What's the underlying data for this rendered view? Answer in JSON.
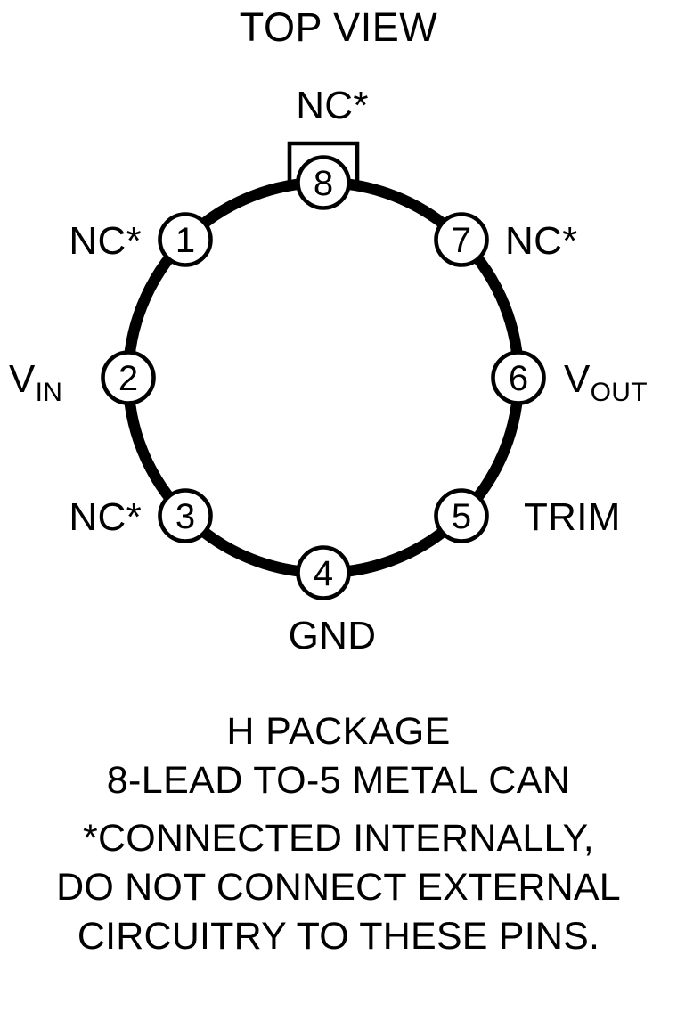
{
  "title": "TOP VIEW",
  "package": {
    "tab_label": "NC*",
    "outline_shape": "circle-with-top-tab"
  },
  "pins": [
    {
      "number": "1",
      "label": "NC*",
      "label_sub": "",
      "side": "left",
      "angle_deg": 135
    },
    {
      "number": "2",
      "label": "V",
      "label_sub": "IN",
      "side": "left",
      "angle_deg": 180
    },
    {
      "number": "3",
      "label": "NC*",
      "label_sub": "",
      "side": "left",
      "angle_deg": 225
    },
    {
      "number": "4",
      "label": "GND",
      "label_sub": "",
      "side": "bottom",
      "angle_deg": 270
    },
    {
      "number": "5",
      "label": "TRIM",
      "label_sub": "",
      "side": "right",
      "angle_deg": 315
    },
    {
      "number": "6",
      "label": "V",
      "label_sub": "OUT",
      "side": "right",
      "angle_deg": 0
    },
    {
      "number": "7",
      "label": "NC*",
      "label_sub": "",
      "side": "right",
      "angle_deg": 45
    },
    {
      "number": "8",
      "label": "NC*",
      "label_sub": "",
      "side": "top",
      "angle_deg": 90
    }
  ],
  "caption": {
    "line1": "H PACKAGE",
    "line2": "8-LEAD TO-5 METAL CAN"
  },
  "footnote": {
    "line1": "*CONNECTED INTERNALLY,",
    "line2": "DO NOT CONNECT EXTERNAL",
    "line3": "CIRCUITRY TO THESE PINS."
  },
  "colors": {
    "ink": "#000000",
    "background": "#ffffff"
  }
}
